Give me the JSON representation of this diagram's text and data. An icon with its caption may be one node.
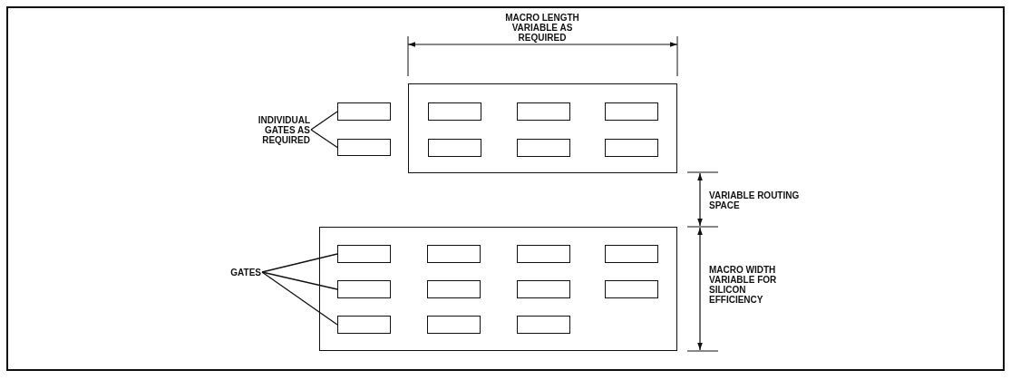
{
  "diagram": {
    "nodes": [
      {
        "text": [
          "INDIVIDUAL GATES AS REQUIRED"
        ]
      },
      {
        "text": [],
        "shape": "box"
      },
      {
        "text": [],
        "shape": "box"
      },
      {
        "text": [],
        "shape": "box"
      },
      {
        "text": [],
        "shape": "box",
        "in": 3
      },
      {
        "text": [],
        "shape": "box",
        "in": 3
      },
      {
        "text": [],
        "shape": "box",
        "in": 3
      },
      {
        "text": [],
        "shape": "box",
        "in": 3
      },
      {
        "text": [],
        "shape": "box",
        "in": 3
      },
      {
        "text": [],
        "shape": "box",
        "in": 3
      },
      {
        "text": [
          "GATES"
        ]
      },
      {
        "text": [],
        "shape": "box"
      },
      {
        "text": [],
        "shape": "box",
        "in": 11
      },
      {
        "text": [],
        "shape": "box",
        "in": 11
      },
      {
        "text": [],
        "shape": "box",
        "in": 11
      },
      {
        "text": [],
        "shape": "box",
        "in": 11
      },
      {
        "text": [],
        "shape": "box",
        "in": 11
      },
      {
        "text": [],
        "shape": "box",
        "in": 11
      },
      {
        "text": [],
        "shape": "box",
        "in": 11
      },
      {
        "text": [],
        "shape": "box",
        "in": 11
      },
      {
        "text": [],
        "shape": "box",
        "in": 11
      },
      {
        "text": [],
        "shape": "box",
        "in": 11
      },
      {
        "text": [],
        "shape": "box",
        "in": 11
      }
    ],
    "edges": [
      {
        "from": 0,
        "to": 1,
        "arrow": "none"
      },
      {
        "from": 0,
        "to": 2,
        "arrow": "none"
      },
      {
        "from": 10,
        "to": 12,
        "arrow": "none"
      },
      {
        "from": 10,
        "to": 16,
        "arrow": "none"
      },
      {
        "from": 10,
        "to": 20,
        "arrow": "none"
      }
    ],
    "labels": [
      "MACRO LENGTH VARIABLE AS REQUIRED",
      "VARIABLE ROUTING SPACE",
      "MACRO WIDTH VARIABLE FOR SILICON EFFICIENCY"
    ]
  }
}
